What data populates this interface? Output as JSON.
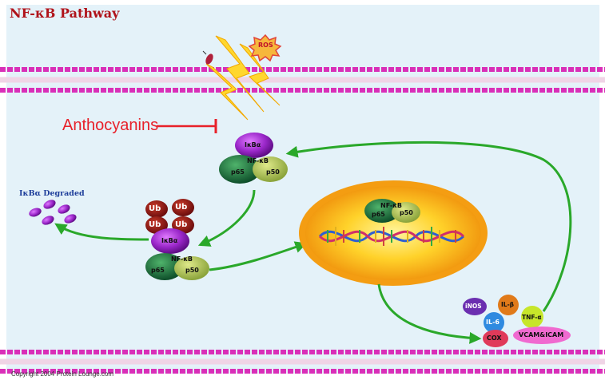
{
  "title": "NF-κB Pathway",
  "labels": {
    "anthocyanins": "Anthocyanins",
    "ikb_degraded": "IκBα Degraded",
    "ros": "ROS",
    "ikba": "IκBα",
    "nfkb": "NF-κB",
    "p65": "p65",
    "p50": "p50",
    "ub": "Ub",
    "inos": "iNOS",
    "il1b": "IL-β",
    "il6": "IL-6",
    "tnfa": "TNF-α",
    "cox": "COX",
    "vcam_icam": "VCAM&ICAM"
  },
  "copyright": "Copyright 2004 Protein Lounge.com",
  "colors": {
    "title": "#b0131a",
    "anthocyanins": "#e8212a",
    "membrane": "#d92fb8",
    "arrow": "#2aa82a",
    "nucleus": "#f49d12"
  }
}
